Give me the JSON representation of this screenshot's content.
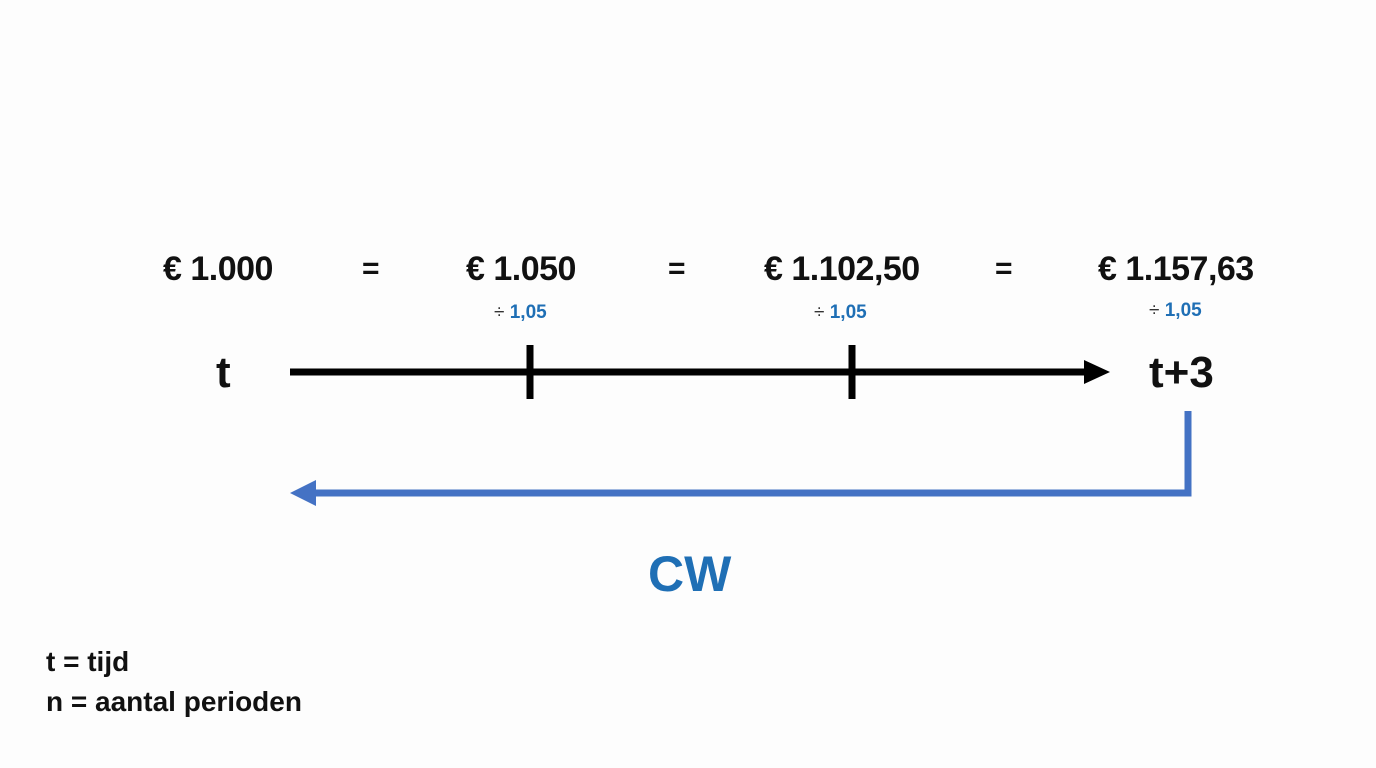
{
  "timeline": {
    "start_label": "t",
    "end_label": "t+3",
    "amounts": [
      "€ 1.000",
      "€ 1.050",
      "€ 1.102,50",
      "€ 1.157,63"
    ],
    "equals": [
      "=",
      "=",
      "="
    ],
    "divisors": [
      {
        "symbol": "÷",
        "value": "1,05"
      },
      {
        "symbol": "÷",
        "value": "1,05"
      },
      {
        "symbol": "÷",
        "value": "1,05"
      }
    ],
    "tick_count": 2
  },
  "discount_arrow": {
    "label": "CW",
    "color": "#4472c4"
  },
  "legend": {
    "lines": [
      "t = tijd",
      "n = aantal perioden"
    ]
  },
  "colors": {
    "accent": "#1f6fb5",
    "arrow_blue": "#4472c4",
    "text": "#111111"
  }
}
